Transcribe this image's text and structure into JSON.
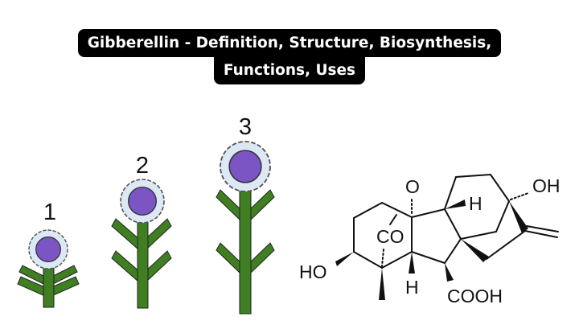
{
  "title": {
    "line1": "Gibberellin - Definition, Structure, Biosynthesis,",
    "line2": "Functions, Uses"
  },
  "plants": [
    {
      "label": "1"
    },
    {
      "label": "2"
    },
    {
      "label": "3"
    }
  ],
  "molecule": {
    "atoms": {
      "ho_left": "HO",
      "oh_right": "OH",
      "o_bridge": "O",
      "co_bridge": "CO",
      "h_top": "H",
      "h_bottom": "H",
      "cooh": "COOH"
    }
  },
  "colors": {
    "stem": "#3f7f22",
    "petal": "#dde8f5",
    "center": "#7b55c4",
    "title_bg": "#000000"
  }
}
